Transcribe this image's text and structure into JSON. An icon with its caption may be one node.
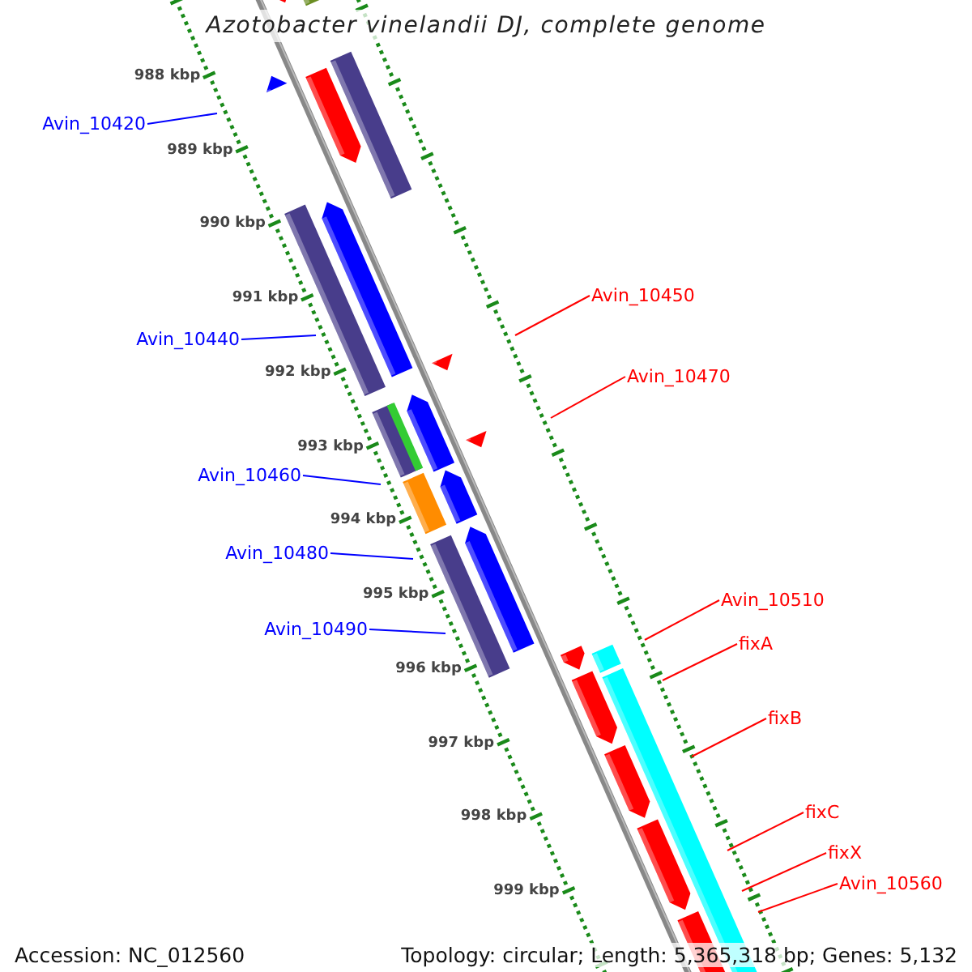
{
  "diagram": {
    "title": "Azotobacter vinelandii DJ, complete genome",
    "nodes": [
      {
        "text": [
          "Avin_10420"
        ]
      },
      {
        "text": [
          "Avin_10450"
        ]
      },
      {
        "text": [
          "Avin_10440"
        ]
      },
      {
        "text": [
          "Avin_10470"
        ]
      },
      {
        "text": [
          "Avin_10460"
        ]
      },
      {
        "text": [
          "Avin_10480"
        ]
      },
      {
        "text": [
          "Avin_10510"
        ]
      },
      {
        "text": [
          "Avin_10490"
        ]
      },
      {
        "text": [
          "fixA"
        ]
      },
      {
        "text": [
          "fixB"
        ]
      },
      {
        "text": [
          "fixC"
        ]
      },
      {
        "text": [
          "fixX"
        ]
      },
      {
        "text": [
          "Avin_10560"
        ]
      }
    ],
    "edges": [
      {
        "from": 0,
        "to": null,
        "arrow": "none",
        "color": "#0000ff"
      },
      {
        "from": 1,
        "to": null,
        "arrow": "none"
      },
      {
        "from": 2,
        "to": null,
        "arrow": "none",
        "color": "#0000ff"
      },
      {
        "from": 3,
        "to": null,
        "arrow": "none"
      },
      {
        "from": 4,
        "to": null,
        "arrow": "none",
        "color": "#0000ff"
      },
      {
        "from": 5,
        "to": null,
        "arrow": "none",
        "color": "#0000ff"
      },
      {
        "from": 6,
        "to": null,
        "arrow": "none"
      },
      {
        "from": 7,
        "to": null,
        "arrow": "none",
        "color": "#0000ff"
      },
      {
        "from": 8,
        "to": null,
        "arrow": "none"
      },
      {
        "from": 9,
        "to": null,
        "arrow": "none"
      },
      {
        "from": 10,
        "to": null,
        "arrow": "none"
      },
      {
        "from": 11,
        "to": null,
        "arrow": "none"
      },
      {
        "from": 12,
        "to": null,
        "arrow": "none"
      }
    ],
    "labels": [
      "988 kbp",
      "989 kbp",
      "990 kbp",
      "991 kbp",
      "992 kbp",
      "993 kbp",
      "994 kbp",
      "995 kbp",
      "996 kbp",
      "997 kbp",
      "998 kbp",
      "999 kbp",
      "Accession: NC_012560",
      "Topology: circular; Length: 5,365,318 bp; Genes: 5,132"
    ]
  }
}
